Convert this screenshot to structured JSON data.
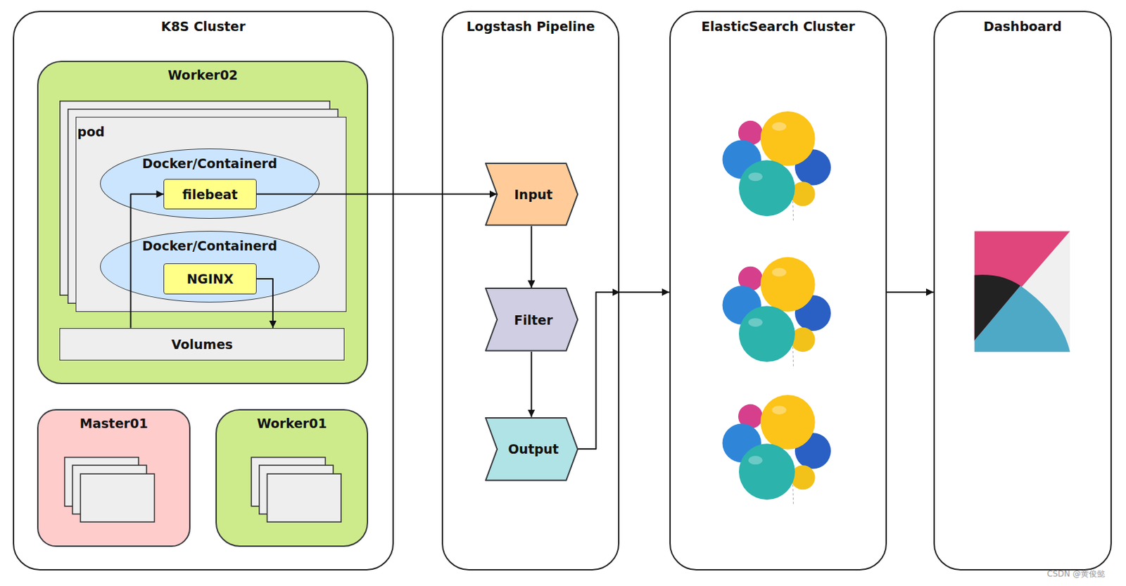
{
  "diagram": {
    "nodes": [
      {
        "text": [
          "K8S Cluster"
        ]
      },
      {
        "text": [
          "Worker02"
        ],
        "in": 0
      },
      {
        "text": [
          "pod"
        ],
        "in": 1
      },
      {
        "text": [
          "Docker/Containerd"
        ],
        "in": 2
      },
      {
        "text": [
          "filebeat"
        ],
        "in": 3
      },
      {
        "text": [
          "Docker/Containerd"
        ],
        "in": 2
      },
      {
        "text": [
          "NGINX"
        ],
        "in": 5
      },
      {
        "text": [
          "Volumes"
        ],
        "in": 1
      },
      {
        "text": [
          "Master01"
        ],
        "in": 0
      },
      {
        "text": [
          "Worker01"
        ],
        "in": 0
      },
      {
        "text": [
          "Logstash Pipeline"
        ]
      },
      {
        "text": [
          "Input"
        ],
        "in": 10
      },
      {
        "text": [
          "Filter"
        ],
        "in": 10
      },
      {
        "text": [
          "Output"
        ],
        "in": 10
      },
      {
        "text": [
          "ElasticSearch Cluster"
        ]
      },
      {
        "text": [
          "Dashboard"
        ]
      }
    ],
    "edges": [
      {
        "from": 4,
        "to": 11,
        "arrow": "to"
      },
      {
        "from": 11,
        "to": 12,
        "arrow": "to"
      },
      {
        "from": 12,
        "to": 13,
        "arrow": "to"
      },
      {
        "from": 13,
        "to": 14,
        "arrow": "to"
      },
      {
        "from": 14,
        "to": 15,
        "arrow": "to"
      },
      {
        "from": 6,
        "to": 7,
        "arrow": "to"
      },
      {
        "from": 7,
        "to": 4,
        "arrow": "to"
      }
    ],
    "labels": [
      "CSDN @黄俊懿"
    ]
  }
}
